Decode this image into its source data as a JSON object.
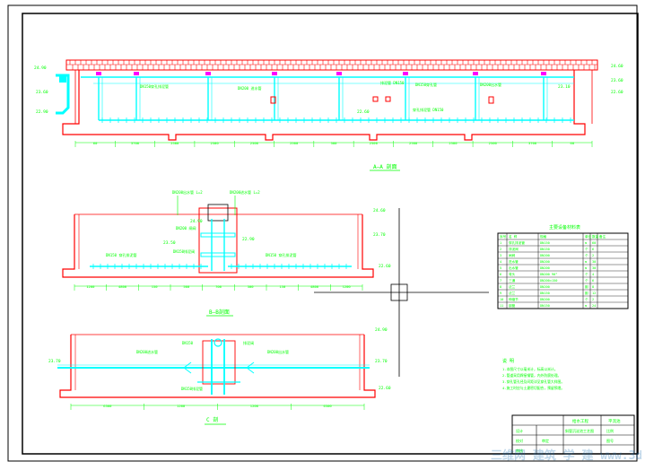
{
  "drawing": {
    "section_aa_title": "A—A 剖面",
    "section_bb_title": "B—B剖面",
    "section_cc_title": "C  剖",
    "aa_labels": {
      "left_el_top": "24.90",
      "left_el_mid": "23.60",
      "left_el_low": "22.90",
      "right_el_top": "24.60",
      "right_el_mid": "23.60",
      "right_el_low": "22.60",
      "inner_el_1": "23.10",
      "inner_el_2": "22.60",
      "pipe_note_1": "DN150穿孔排泥管",
      "pipe_note_2": "DN200 进水管",
      "pipe_note_3": "排泥管 DN150",
      "pipe_note_4": "DN150穿孔管",
      "pipe_note_5": "穿孔排泥管 DN150",
      "pipe_note_6": "DN200出水管"
    },
    "aa_dims": [
      "60",
      "3700",
      "2500",
      "2500",
      "2500",
      "2500",
      "500",
      "2500",
      "2500",
      "2500",
      "2500",
      "3700",
      "60"
    ],
    "bb_labels": {
      "top_left_note": "DN200出水管 L=2",
      "top_right_note": "DN200进水管 L=2",
      "el_left": "24.90",
      "el_right_top": "24.60",
      "el_right_mid": "23.70",
      "el_right_low": "22.60",
      "el_inner_1": "23.50",
      "el_inner_2": "22.90",
      "pipe_left": "DN150 穿孔排泥管",
      "pipe_right": "DN150 穿孔排泥管",
      "valve_note": "DN150排泥阀",
      "mid_note": "DN200 闸阀"
    },
    "bb_dims": [
      "1200",
      "4800",
      "150",
      "500",
      "700",
      "500",
      "150",
      "4800",
      "1200"
    ],
    "cc_labels": {
      "el_left": "23.70",
      "el_right": "23.70",
      "el_top_right": "24.90",
      "el_low_right": "22.60",
      "note_left": "DN200进水管",
      "note_right": "DN200出水管",
      "note_center_1": "DN150",
      "note_center_2": "排泥阀",
      "note_bottom": "DN150排泥管"
    },
    "cc_dims": [
      "6500",
      "1200",
      "1200",
      "6500"
    ]
  },
  "material_table": {
    "title": "主要设备材料表",
    "headers": [
      "序号",
      "名 称",
      "规格",
      "单位",
      "数量",
      "备注"
    ],
    "rows": [
      [
        "1",
        "穿孔排泥管",
        "DN150",
        "m",
        "60",
        ""
      ],
      [
        "2",
        "排泥阀",
        "DN150",
        "个",
        "6",
        ""
      ],
      [
        "3",
        "闸阀",
        "DN200",
        "个",
        "2",
        ""
      ],
      [
        "4",
        "进水管",
        "DN200",
        "m",
        "30",
        ""
      ],
      [
        "5",
        "出水管",
        "DN200",
        "m",
        "30",
        ""
      ],
      [
        "6",
        "弯头",
        "DN200 90°",
        "个",
        "4",
        ""
      ],
      [
        "7",
        "三通",
        "DN200×150",
        "个",
        "6",
        ""
      ],
      [
        "8",
        "法兰",
        "DN200",
        "副",
        "8",
        ""
      ],
      [
        "9",
        "法兰",
        "DN150",
        "副",
        "12",
        ""
      ],
      [
        "10",
        "伸缩节",
        "DN200",
        "个",
        "2",
        ""
      ],
      [
        "11",
        "钢管",
        "DN150",
        "m",
        "24",
        ""
      ]
    ]
  },
  "notes": {
    "heading": "说 明",
    "lines": [
      "1.本图尺寸以毫米计，标高以米计。",
      "2.管道采用焊接钢管，内外防腐处理。",
      "3.穿孔管孔径及间距详见穿孔管大样图。",
      "4.施工时应与土建密切配合，预留预埋。"
    ]
  },
  "title_block": {
    "project": "给水工程",
    "drawing_name": "斜管沉淀池工艺图",
    "sheet_label": "平流池",
    "rows": [
      "设计",
      "校对",
      "审核",
      "审定"
    ],
    "scale": "比例",
    "sheet_no": "图号"
  },
  "colors": {
    "background": "#ffffff",
    "frame": "#000000",
    "structure": "#ff0000",
    "pipe": "#00ffff",
    "annotation": "#00ff00",
    "marker": "#ff00ff",
    "crosshair": "#000000"
  },
  "watermark": "三维网 建筑 学 建 www.3dvv.com"
}
